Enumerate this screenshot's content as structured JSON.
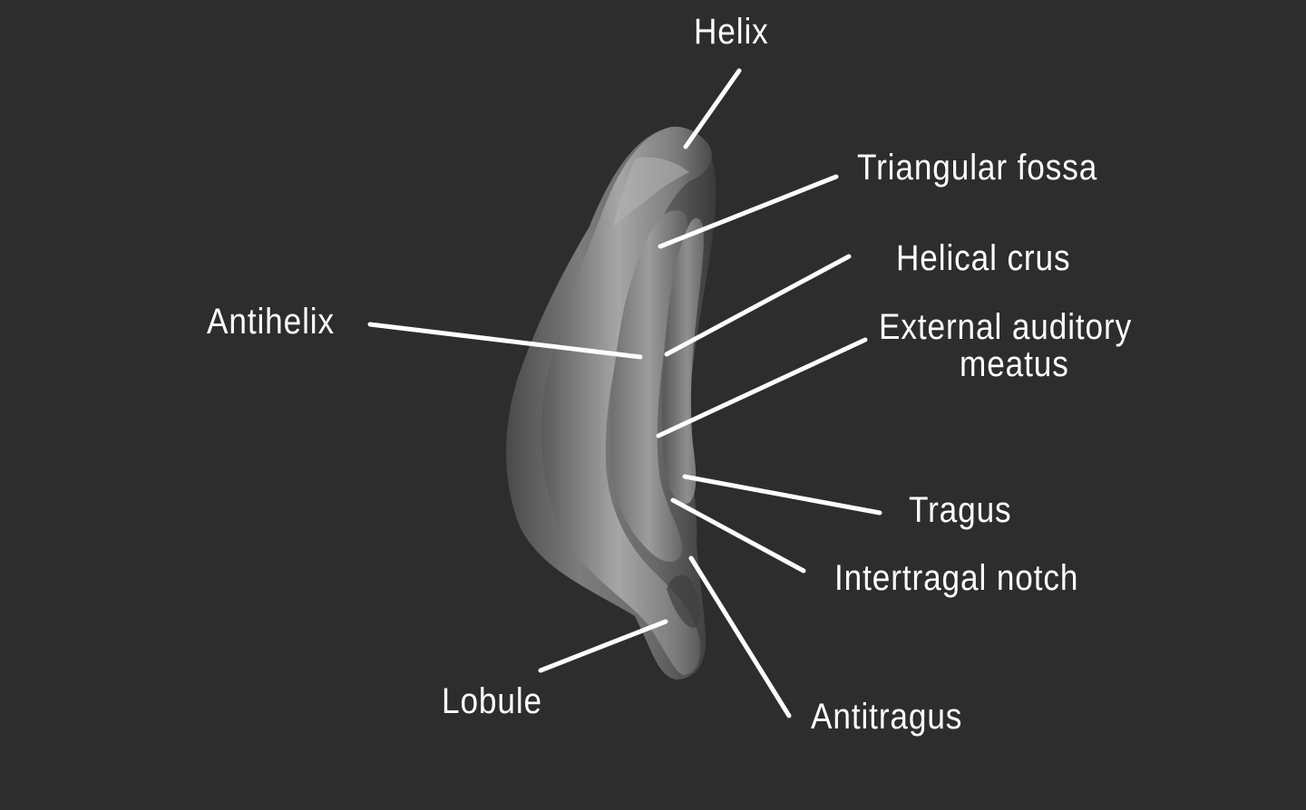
{
  "labels": {
    "helix": "Helix",
    "triangular_fossa": "Triangular fossa",
    "helical_crus": "Helical crus",
    "antihelix": "Antihelix",
    "external_auditory_meatus_line1": "External auditory",
    "external_auditory_meatus_line2": "meatus",
    "tragus": "Tragus",
    "intertragal_notch": "Intertragal notch",
    "lobule": "Lobule",
    "antitragus": "Antitragus"
  },
  "colors": {
    "background": "#2d2d2d",
    "label_text": "#ffffff",
    "leader_line": "#ffffff",
    "ear_mid": "#8a8a8a",
    "ear_shadow": "#3c3c3c",
    "ear_highlight": "#b8b8b8"
  }
}
